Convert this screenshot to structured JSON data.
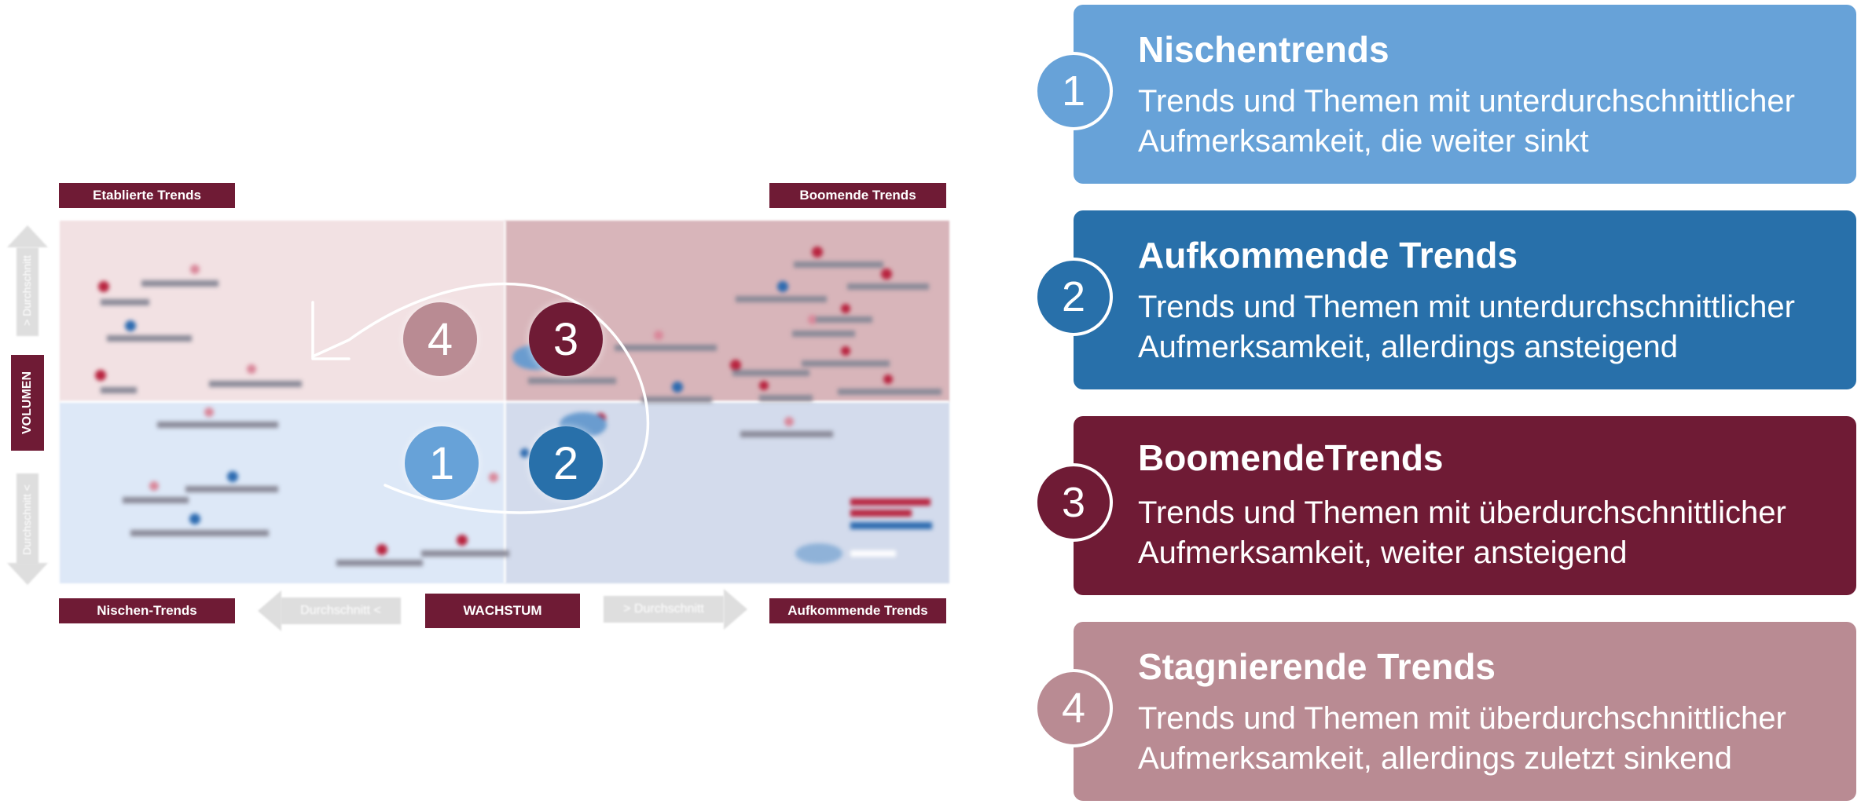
{
  "matrix": {
    "labels": {
      "top_left": "Etablierte Trends",
      "top_right": "Boomende Trends",
      "bottom_left": "Nischen-Trends",
      "bottom_right": "Aufkommende Trends",
      "x_axis": "WACHSTUM",
      "y_axis": "VOLUMEN",
      "x_left_arrow": "Durchschnitt <",
      "x_right_arrow": "> Durchschnitt",
      "y_up_arrow": "> Durchschnitt",
      "y_down_arrow": "Durchschnitt <"
    },
    "badges": [
      "1",
      "2",
      "3",
      "4"
    ]
  },
  "cards": [
    {
      "number": "1",
      "title": "Nischentrends",
      "text": "Trends und Themen mit unterdurchschnittlicher Aufmerksamkeit, die weiter sinkt",
      "color": "#67a2d8"
    },
    {
      "number": "2",
      "title": "Aufkommende Trends",
      "text": "Trends und Themen mit unterdurchschnittlicher Aufmerksamkeit, allerdings ansteigend",
      "color": "#2870aa"
    },
    {
      "number": "3",
      "title": "BoomendeTrends",
      "text": "Trends und Themen mit überdurchschnittlicher Aufmerksamkeit, weiter ansteigend",
      "color": "#6f1b35"
    },
    {
      "number": "4",
      "title": "Stagnierende Trends",
      "text": "Trends und Themen mit überdurchschnittlicher Aufmerksamkeit, allerdings zuletzt sinkend",
      "color": "#b98b93"
    }
  ]
}
